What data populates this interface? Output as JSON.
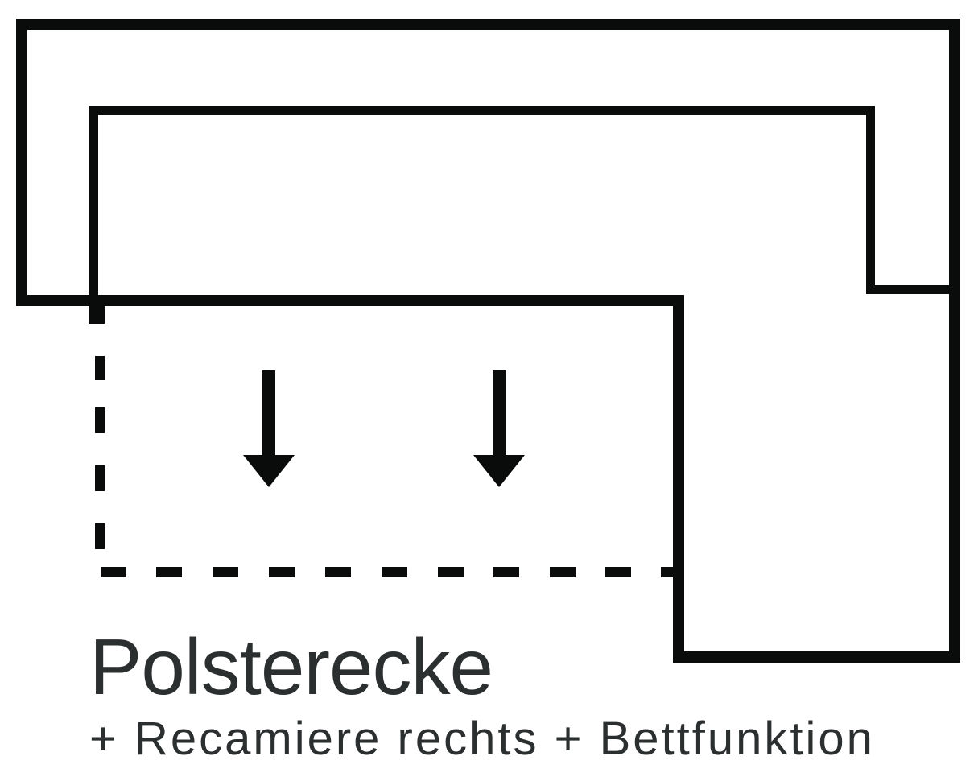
{
  "background_color": "#ffffff",
  "diagram": {
    "line_color": "#0a0c0b",
    "arrows": [
      {
        "icon": "arrow-down-icon",
        "direction": "down"
      },
      {
        "icon": "arrow-down-icon",
        "direction": "down"
      }
    ]
  },
  "caption": {
    "title": "Polsterecke",
    "subtitle": "+ Recamiere rechts + Bettfunktion",
    "text_color": "#2b2f2f"
  }
}
